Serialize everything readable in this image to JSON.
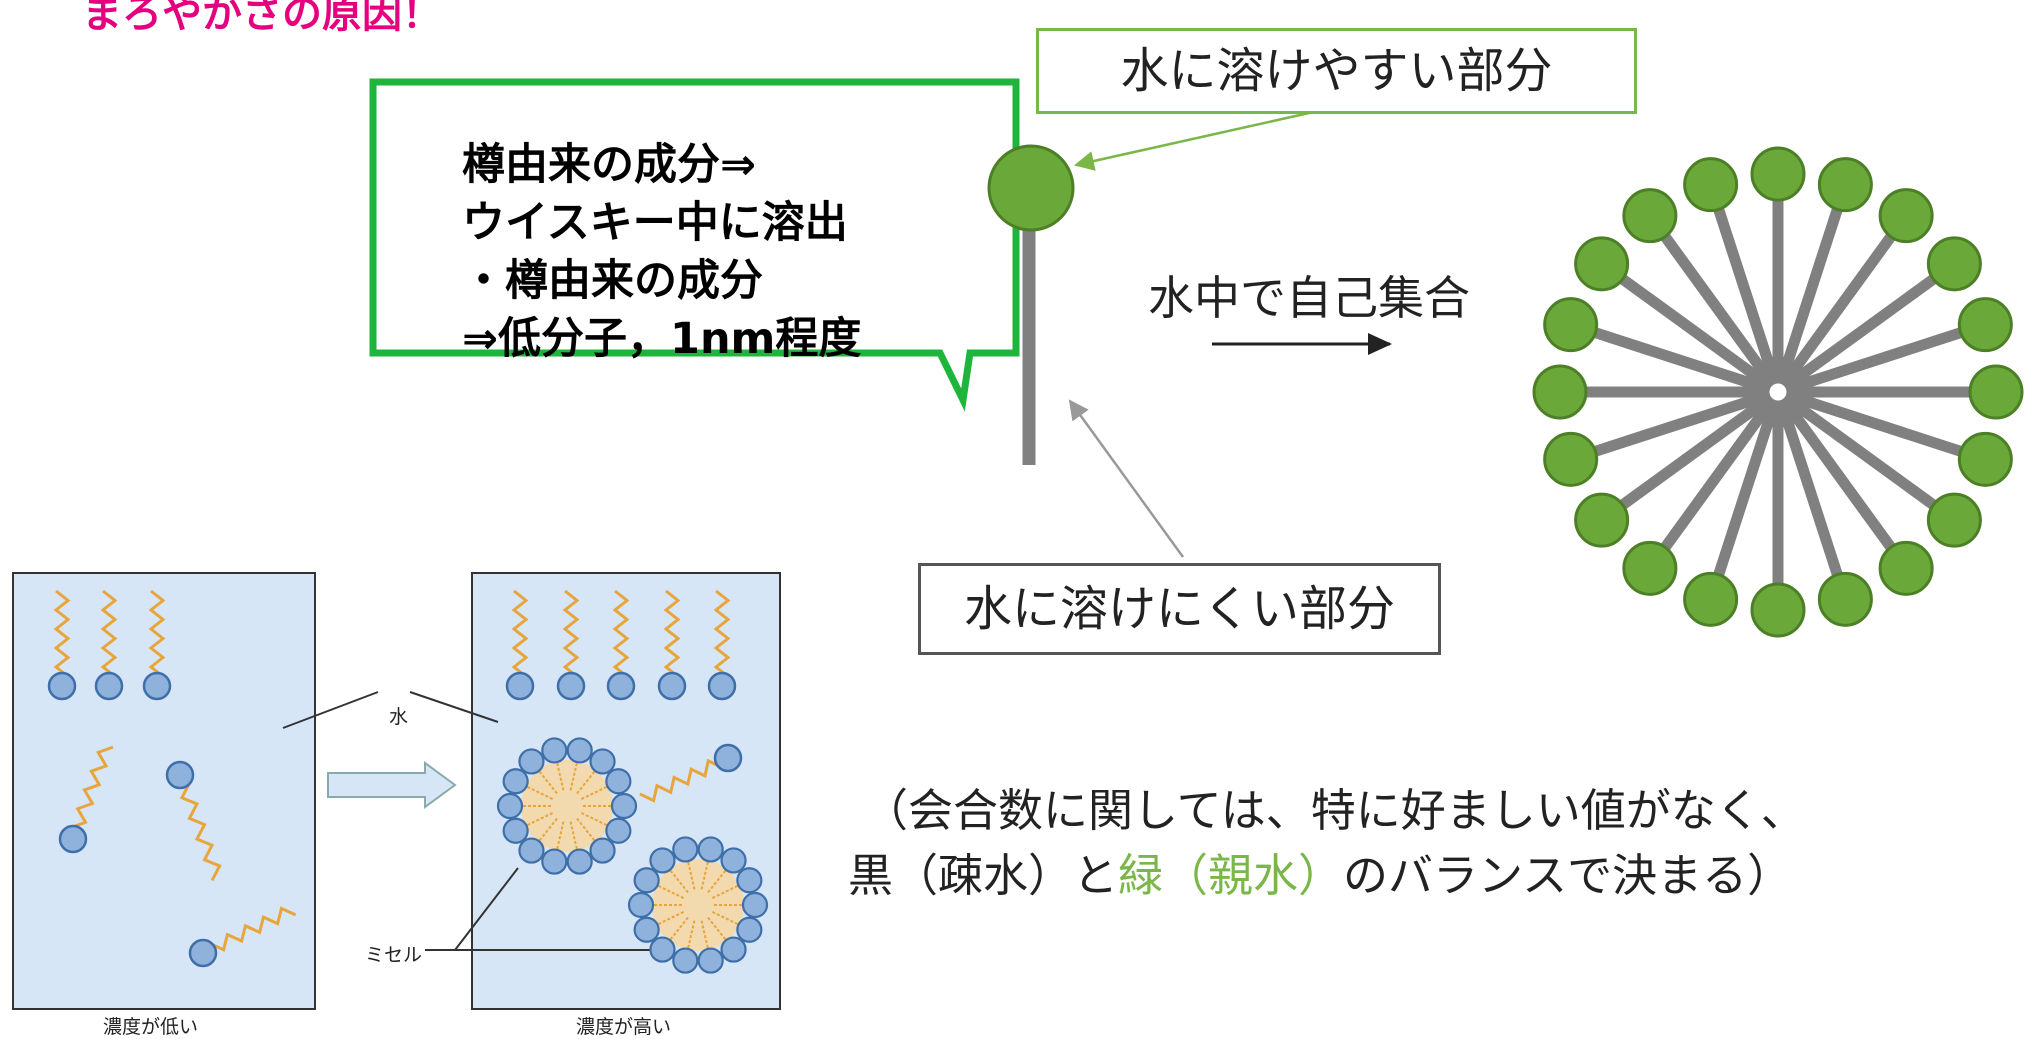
{
  "heading": "まろやかさの原因！",
  "callout": {
    "line1": "樽由来の成分⇒",
    "line2": "ウイスキー中に溶出",
    "line3": "・樽由来の成分",
    "line4": "⇒低分子，1nm程度"
  },
  "labels": {
    "hydrophilic_part": "水に溶けやすい部分",
    "hydrophobic_part": "水に溶けにくい部分",
    "self_assembly": "水中で自己集合"
  },
  "note": {
    "line1": "（会合数に関しては、特に好ましい値がなく、",
    "line2_a": "黒（疎水）と",
    "line2_green": "緑（親水）",
    "line2_b": "のバランスで決まる）"
  },
  "micelle_diagram": {
    "water": "水",
    "micelle": "ミセル",
    "low_concentration": "濃度が低い",
    "high_concentration": "濃度が高い"
  },
  "colors": {
    "heading": "#e4007f",
    "callout_border": "#1db53a",
    "hydrophilic_head": "#6aa83a",
    "hydrophobic_tail": "#808080",
    "panel_bg": "#d6e6f7",
    "surfactant_head": "#8fb2dd",
    "surfactant_tail": "#e8a53b",
    "micelle_core": "#f3d9ae"
  },
  "micelle_spokes": 20
}
